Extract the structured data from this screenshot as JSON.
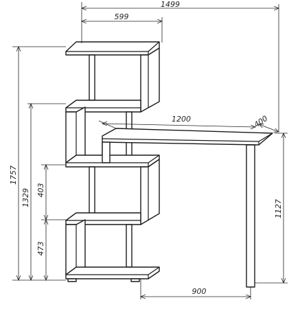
{
  "drawing": {
    "dimensions": {
      "overall_width": "1499",
      "shelf_width": "599",
      "desk_length": "1200",
      "desk_depth": "400",
      "overall_height": "1757",
      "shelf_unit_height": "1329",
      "section_height_upper": "403",
      "section_height_lower": "473",
      "desk_height": "1127",
      "leg_offset": "900"
    }
  }
}
